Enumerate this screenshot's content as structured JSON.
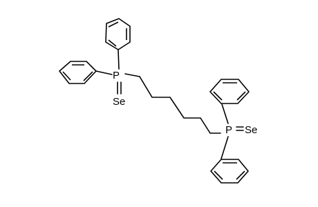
{
  "molecule": {
    "atoms": {
      "phosphorus_1": "P",
      "selenium_1": "Se",
      "phosphorus_2": "P",
      "selenium_2": "Se"
    }
  }
}
